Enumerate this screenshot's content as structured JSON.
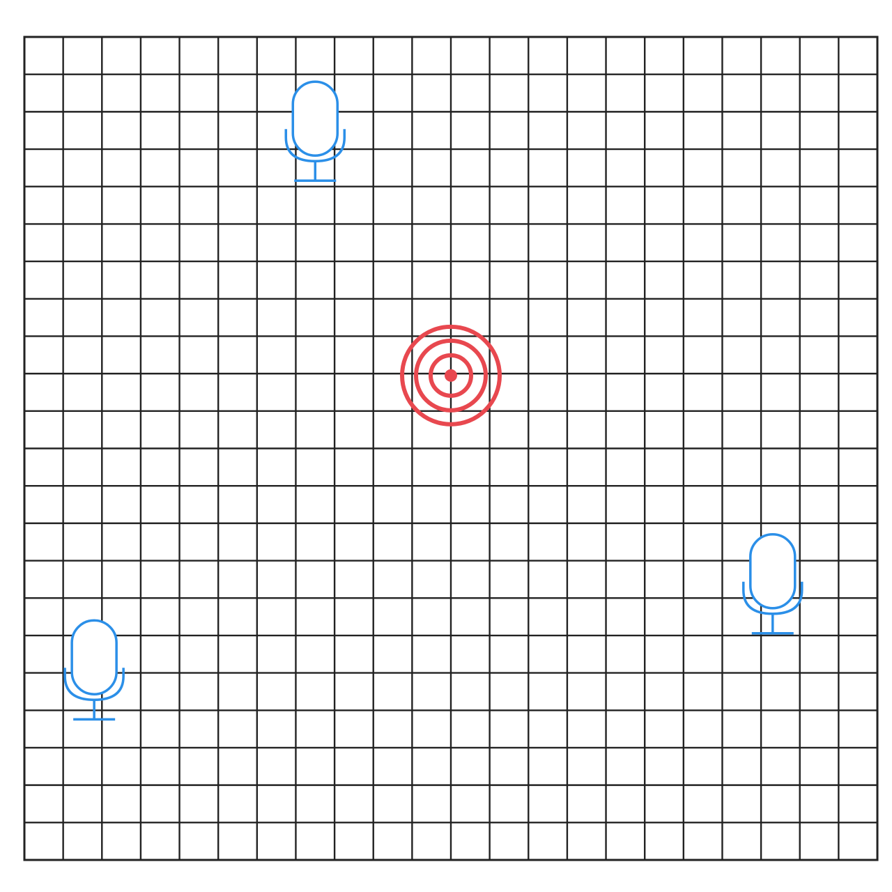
{
  "diagram": {
    "grid": {
      "columns": 22,
      "rows": 22,
      "line_color": "#222222",
      "background": "#ffffff"
    },
    "target": {
      "icon": "target-icon",
      "color": "#e8484f",
      "col": 11,
      "row": 9
    },
    "microphones": [
      {
        "icon": "microphone-icon",
        "color": "#2b8fe8",
        "col": 7.5,
        "row": 2.5
      },
      {
        "icon": "microphone-icon",
        "color": "#2b8fe8",
        "col": 1.8,
        "row": 16.9
      },
      {
        "icon": "microphone-icon",
        "color": "#2b8fe8",
        "col": 19.3,
        "row": 14.6
      }
    ]
  }
}
